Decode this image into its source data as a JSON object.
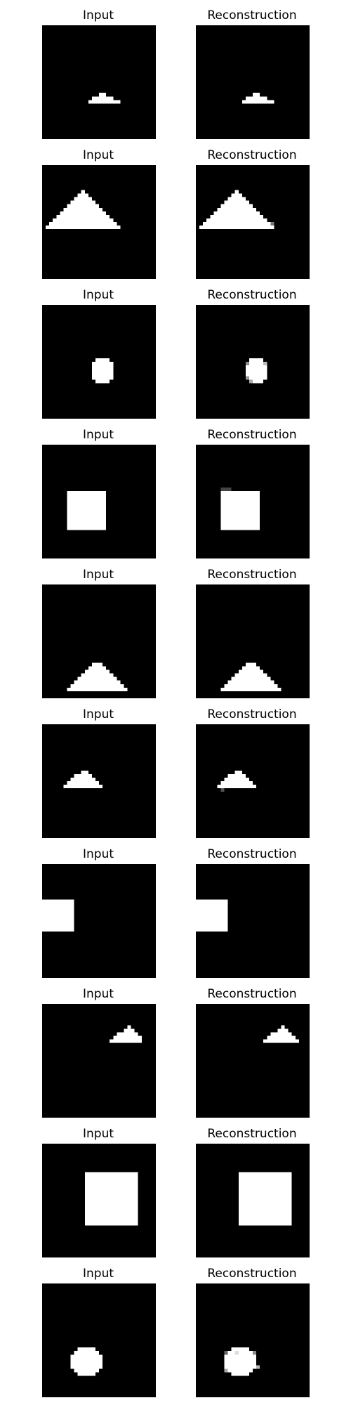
{
  "figure": {
    "rows": [
      {
        "input_title": "Input",
        "reconstruction_title": "Reconstruction",
        "shape": "triangle"
      },
      {
        "input_title": "Input",
        "reconstruction_title": "Reconstruction",
        "shape": "triangle"
      },
      {
        "input_title": "Input",
        "reconstruction_title": "Reconstruction",
        "shape": "circle"
      },
      {
        "input_title": "Input",
        "reconstruction_title": "Reconstruction",
        "shape": "square"
      },
      {
        "input_title": "Input",
        "reconstruction_title": "Reconstruction",
        "shape": "triangle"
      },
      {
        "input_title": "Input",
        "reconstruction_title": "Reconstruction",
        "shape": "triangle"
      },
      {
        "input_title": "Input",
        "reconstruction_title": "Reconstruction",
        "shape": "square"
      },
      {
        "input_title": "Input",
        "reconstruction_title": "Reconstruction",
        "shape": "triangle"
      },
      {
        "input_title": "Input",
        "reconstruction_title": "Reconstruction",
        "shape": "square"
      },
      {
        "input_title": "Input",
        "reconstruction_title": "Reconstruction",
        "shape": "circle"
      }
    ]
  },
  "colors": {
    "background": "#000000",
    "shape": "#ffffff",
    "page": "#ffffff"
  }
}
